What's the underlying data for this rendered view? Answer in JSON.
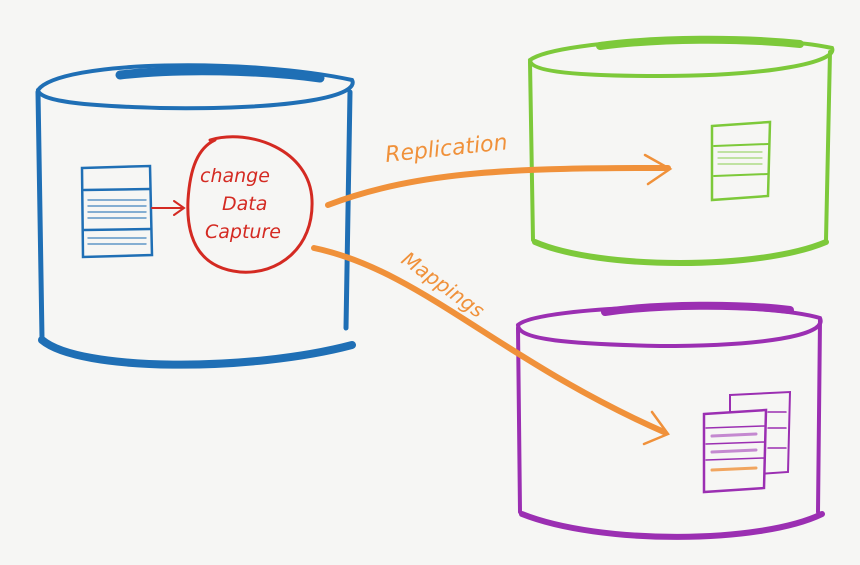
{
  "colors": {
    "background": "#f6f6f4",
    "source": "#1f6fb5",
    "cdc": "#d42a22",
    "replica": "#7dc93a",
    "mapped": "#9b2fb2",
    "arrow": "#f0913a"
  },
  "labels": {
    "cdc_line1": "change",
    "cdc_line2": "Data",
    "cdc_line3": "Capture",
    "replication": "Replication",
    "mappings": "Mappings"
  }
}
